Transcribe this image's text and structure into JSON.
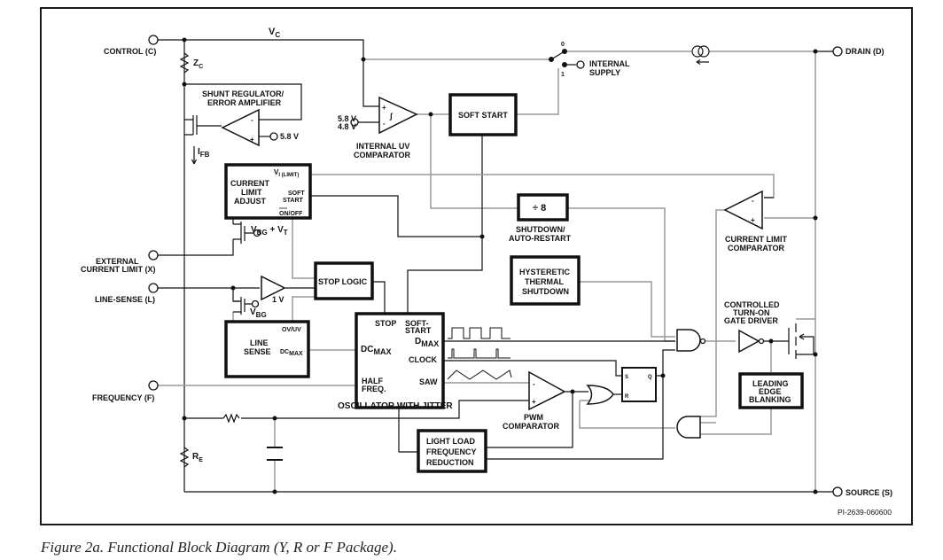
{
  "figure": {
    "caption": "Figure 2a. Functional Block Diagram (Y, R or F Package).",
    "part_number": "PI-2639-060600"
  },
  "pins": {
    "control": "CONTROL (C)",
    "drain": "DRAIN (D)",
    "external_current_limit_1": "EXTERNAL",
    "external_current_limit_2": "CURRENT LIMIT (X)",
    "line_sense": "LINE-SENSE (L)",
    "frequency": "FREQUENCY (F)",
    "source": "SOURCE (S)"
  },
  "labels": {
    "vc": "V",
    "vc_sub": "C",
    "zc": "Z",
    "zc_sub": "C",
    "ifb": "I",
    "ifb_sub": "FB",
    "re": "R",
    "re_sub": "E",
    "shunt_reg_1": "SHUNT REGULATOR/",
    "shunt_reg_2": "ERROR AMPLIFIER",
    "shunt_ref": "5.8 V",
    "uv_ref_1": "5.8 V",
    "uv_ref_2": "4.8 V",
    "uv_comp_1": "INTERNAL UV",
    "uv_comp_2": "COMPARATOR",
    "internal_supply_1": "INTERNAL",
    "internal_supply_2": "SUPPLY",
    "switch_0": "0",
    "switch_1": "1",
    "vbg_vt": "V",
    "vbg_vt_sub": "BG",
    "vbg_vt_tail": " + V",
    "vbg_vt_tail_sub": "T",
    "vbg": "V",
    "vbg_sub": "BG",
    "one_v": "1 V",
    "shutdown_1": "SHUTDOWN/",
    "shutdown_2": "AUTO-RESTART",
    "cl_comp_1": "CURRENT LIMIT",
    "cl_comp_2": "COMPARATOR",
    "gate_drv_1": "CONTROLLED",
    "gate_drv_2": "TURN-ON",
    "gate_drv_3": "GATE DRIVER",
    "osc_title": "OSCILLATOR WITH JITTER",
    "pwm_1": "PWM",
    "pwm_2": "COMPARATOR",
    "sr_s": "S",
    "sr_r": "R",
    "sr_q": "Q"
  },
  "blocks": {
    "soft_start": "SOFT START",
    "divide8": "÷ 8",
    "current_limit_adjust": [
      "CURRENT",
      "LIMIT",
      "ADJUST"
    ],
    "cla_vlimit": "V",
    "cla_vlimit_sub": "I (LIMIT)",
    "cla_soft_1": "SOFT",
    "cla_soft_2": "START",
    "cla_onoff": "ON/OFF",
    "stop_logic": "STOP LOGIC",
    "thermal": [
      "HYSTERETIC",
      "THERMAL",
      "SHUTDOWN"
    ],
    "line_sense": [
      "LINE",
      "SENSE"
    ],
    "ls_ovuv": "OV/UV",
    "ls_dcmax": "DC",
    "ls_dcmax_sub": "MAX",
    "osc_stop": "STOP",
    "osc_soft_1": "SOFT-",
    "osc_soft_2": "START",
    "osc_dmax": "D",
    "osc_dmax_sub": "MAX",
    "osc_dcmax": "DC",
    "osc_dcmax_sub": "MAX",
    "osc_clock": "CLOCK",
    "osc_half_1": "HALF",
    "osc_half_2": "FREQ.",
    "osc_saw": "SAW",
    "light_load": [
      "LIGHT LOAD",
      "FREQUENCY",
      "REDUCTION"
    ],
    "leb": [
      "LEADING",
      "EDGE",
      "BLANKING"
    ]
  }
}
